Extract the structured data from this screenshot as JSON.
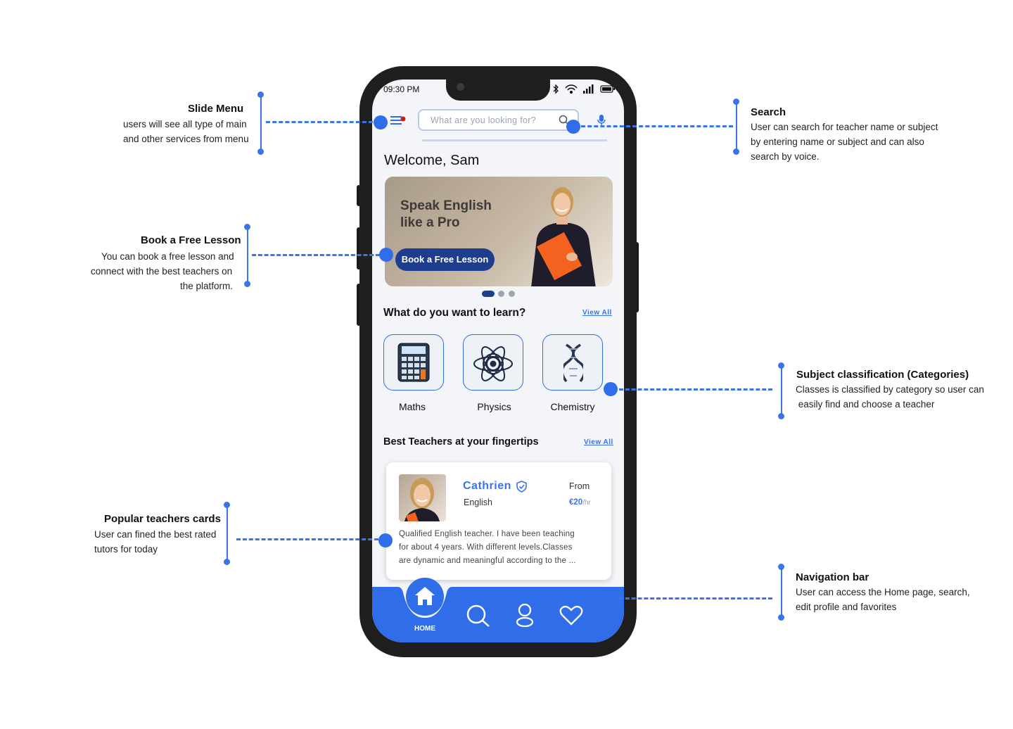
{
  "annotations": {
    "slide_menu": {
      "title": "Slide Menu",
      "lines": [
        "users will see all type of main",
        "and other services from menu"
      ]
    },
    "book_free_lesson": {
      "title": "Book a Free Lesson",
      "lines": [
        "You can book a free lesson and",
        "connect with the best teachers on",
        "the platform."
      ]
    },
    "popular_teachers": {
      "title": "Popular teachers cards",
      "lines": [
        "User can fined the best rated",
        "tutors for today"
      ]
    },
    "search": {
      "title": "Search",
      "lines": [
        "User can search for teacher name or subject",
        "by entering name or subject and can also",
        "search by voice."
      ]
    },
    "subject_classification": {
      "title": "Subject classification (Categories)",
      "lines": [
        "Classes is classified by category so user can",
        " easily find and choose a teacher"
      ]
    },
    "navigation_bar": {
      "title": "Navigation bar",
      "lines": [
        "User can access the Home page, search,",
        "edit profile and favorites"
      ]
    }
  },
  "app": {
    "status_time": "09:30 PM",
    "search_placeholder": "What are you looking for?",
    "welcome": "Welcome, Sam",
    "banner": {
      "title_line1": "Speak English",
      "title_line2": "like a Pro",
      "button": "Book a Free Lesson",
      "active_slide": 1,
      "slide_count": 3
    },
    "learn_section": {
      "title": "What do you want to learn?",
      "view_all": "View All"
    },
    "categories": [
      {
        "label": "Maths",
        "icon": "calculator-icon"
      },
      {
        "label": "Physics",
        "icon": "atom-icon"
      },
      {
        "label": "Chemistry",
        "icon": "dna-icon"
      }
    ],
    "teachers_section": {
      "title": "Best Teachers at your fingertips",
      "view_all": "View All"
    },
    "teacher": {
      "name": "Cathrien",
      "subject": "English",
      "from_label": "From",
      "price": "€20",
      "price_unit": "/hr",
      "desc_line1": "Qualified English teacher. I have been teaching",
      "desc_line2": "for about 4 years. With different levels.Classes",
      "desc_line3": "are dynamic and meaningful according to the ..."
    },
    "nav": {
      "home_label": "HOME",
      "items": [
        "home-icon",
        "search-icon",
        "profile-icon",
        "heart-icon"
      ]
    },
    "colors": {
      "primary": "#2f6ee8",
      "banner_button": "#1d3e8f",
      "accent_orange": "#f4621f"
    }
  }
}
